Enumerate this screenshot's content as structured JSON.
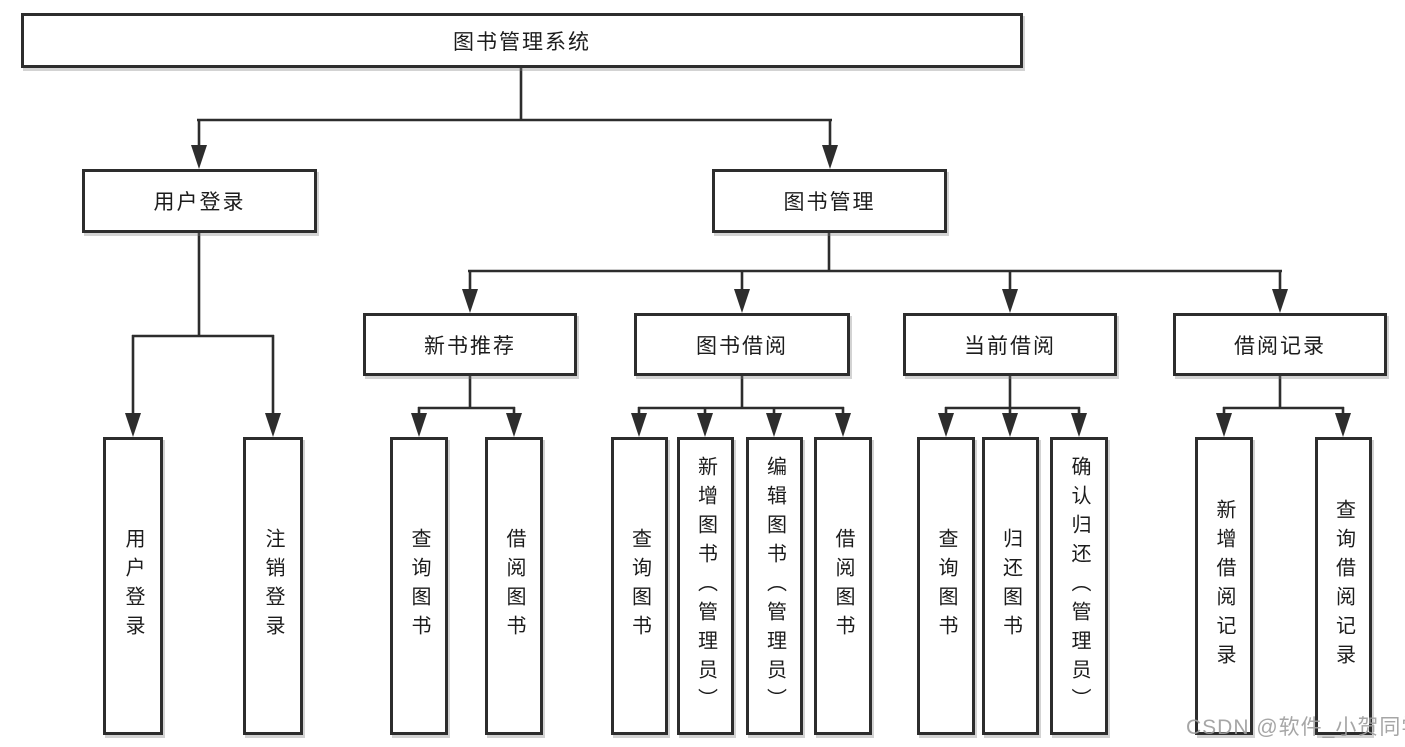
{
  "nodes": {
    "root": "图书管理系统",
    "user_login": "用户登录",
    "book_management": "图书管理",
    "new_book_recommend": "新书推荐",
    "book_borrow": "图书借阅",
    "current_borrow": "当前借阅",
    "borrow_records": "借阅记录",
    "user_login_children": [
      "用户登录",
      "注销登录"
    ],
    "new_book_children": [
      "查询图书",
      "借阅图书"
    ],
    "book_borrow_children": [
      "查询图书",
      "新增图书（管理员）",
      "编辑图书（管理员）",
      "借阅图书"
    ],
    "current_borrow_children": [
      "查询图书",
      "归还图书",
      "确认归还（管理员）"
    ],
    "borrow_records_children": [
      "新增借阅记录",
      "查询借阅记录"
    ]
  },
  "watermark": {
    "text": "CSDN @软件_小贺同学"
  },
  "colors": {
    "line": "#2d2d2d",
    "box_border": "#2d2d2d",
    "text": "#1c1c1c",
    "watermark": "#9e9e9e",
    "background": "#ffffff"
  }
}
